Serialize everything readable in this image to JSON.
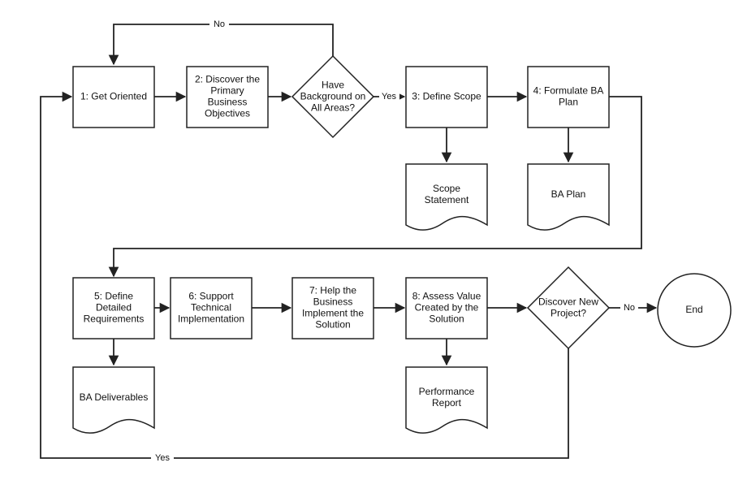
{
  "nodes": {
    "get_oriented": {
      "lines": [
        "1: Get Oriented"
      ]
    },
    "discover_objectives": {
      "lines": [
        "2: Discover the",
        "Primary",
        "Business",
        "Objectives"
      ]
    },
    "have_background": {
      "lines": [
        "Have",
        "Background on",
        "All Areas?"
      ]
    },
    "define_scope": {
      "lines": [
        "3: Define Scope"
      ]
    },
    "formulate_plan": {
      "lines": [
        "4: Formulate BA",
        "Plan"
      ]
    },
    "scope_statement": {
      "lines": [
        "Scope",
        "Statement"
      ]
    },
    "ba_plan": {
      "lines": [
        "BA Plan"
      ]
    },
    "define_requirements": {
      "lines": [
        "5: Define",
        "Detailed",
        "Requirements"
      ]
    },
    "support_implementation": {
      "lines": [
        "6: Support",
        "Technical",
        "Implementation"
      ]
    },
    "help_business": {
      "lines": [
        "7: Help the",
        "Business",
        "Implement the",
        "Solution"
      ]
    },
    "assess_value": {
      "lines": [
        "8: Assess Value",
        "Created by the",
        "Solution"
      ]
    },
    "discover_new_project": {
      "lines": [
        "Discover New",
        "Project?"
      ]
    },
    "end": {
      "lines": [
        "End"
      ]
    },
    "ba_deliverables": {
      "lines": [
        "BA Deliverables"
      ]
    },
    "performance_report": {
      "lines": [
        "Performance",
        "Report"
      ]
    }
  },
  "edges": {
    "background_no": "No",
    "background_yes": "Yes",
    "new_project_no": "No",
    "new_project_yes": "Yes"
  },
  "colors": {
    "stroke": "#222222",
    "fill": "#ffffff",
    "text": "#111111"
  }
}
